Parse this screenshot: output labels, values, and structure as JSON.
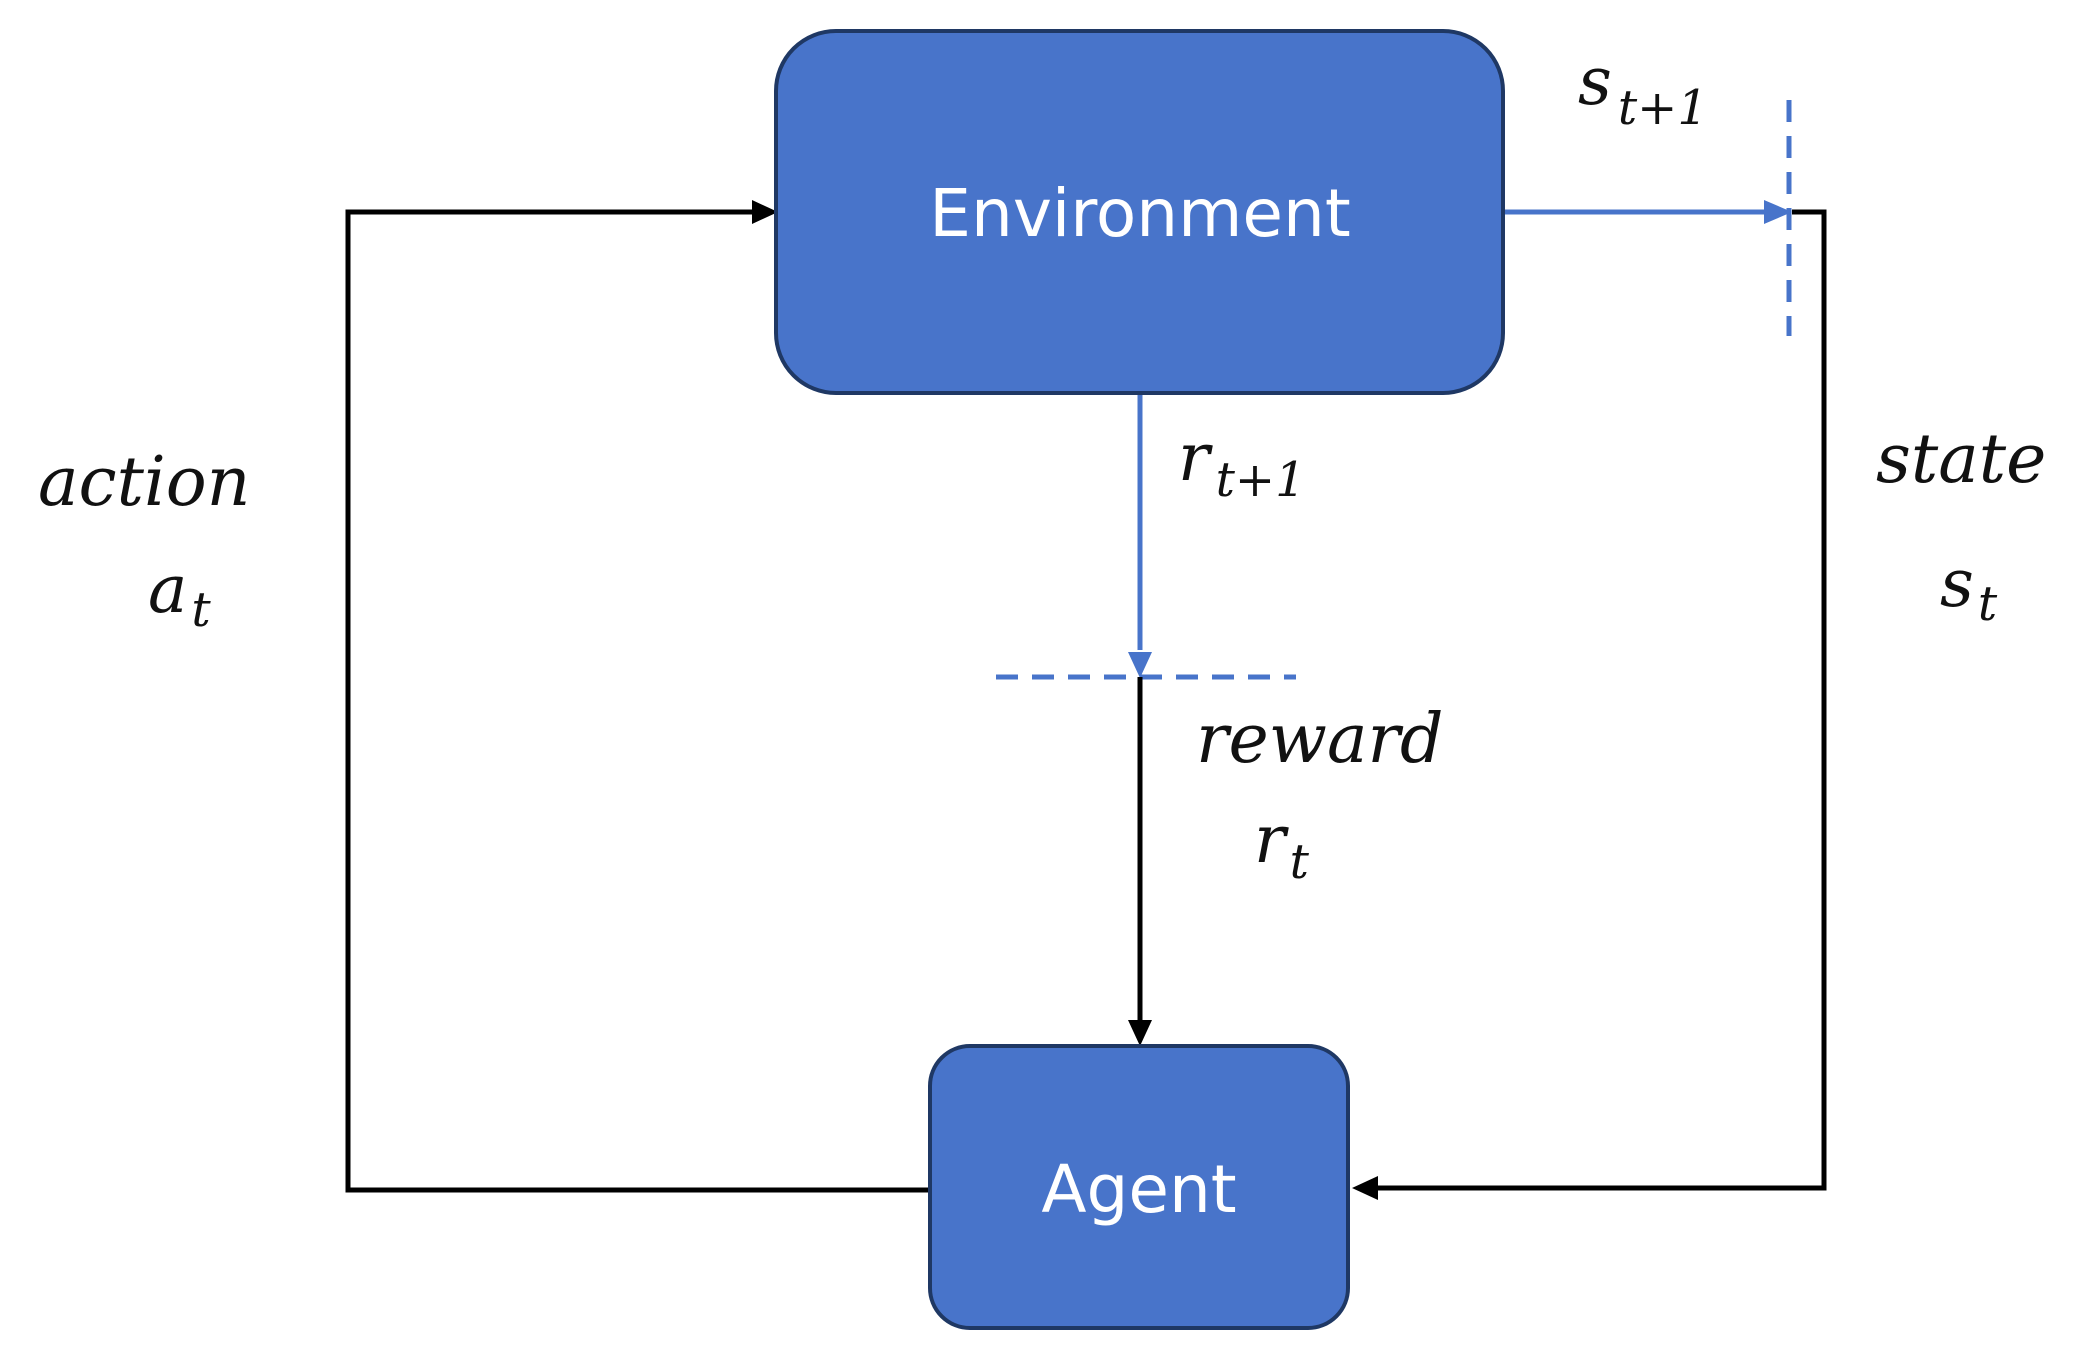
{
  "colors": {
    "box_fill": "#4874CA",
    "box_stroke": "#1F3864",
    "blue_line": "#4874CA",
    "black_line": "#000000",
    "label_text": "#111111",
    "box_text": "#FFFFFF"
  },
  "nodes": {
    "environment": {
      "label": "Environment"
    },
    "agent": {
      "label": "Agent"
    }
  },
  "labels": {
    "action_word": "action",
    "action_var": "a",
    "action_sub": "t",
    "state_word": "state",
    "state_var": "s",
    "state_sub": "t",
    "next_state_var": "s",
    "next_state_sub": "t+1",
    "reward_word": "reward",
    "reward_var": "r",
    "reward_sub": "t",
    "next_reward_var": "r",
    "next_reward_sub": "t+1"
  },
  "edges": [
    {
      "name": "action-edge",
      "from": "agent",
      "to": "environment",
      "label": "action"
    },
    {
      "name": "next-state-edge",
      "from": "environment",
      "to": "state-boundary",
      "label": "s_{t+1}"
    },
    {
      "name": "state-edge",
      "from": "state-boundary",
      "to": "agent",
      "label": "state"
    },
    {
      "name": "next-reward-edge",
      "from": "environment",
      "to": "reward-boundary",
      "label": "r_{t+1}"
    },
    {
      "name": "reward-edge",
      "from": "reward-boundary",
      "to": "agent",
      "label": "reward"
    }
  ]
}
